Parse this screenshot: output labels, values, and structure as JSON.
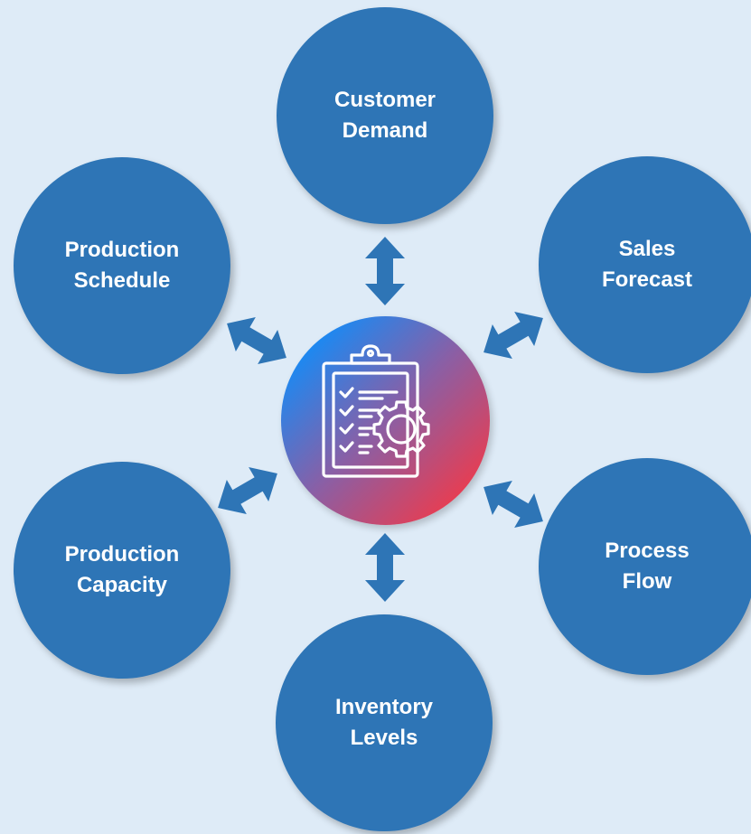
{
  "diagram": {
    "center": {
      "icon": "clipboard-checklist-gear-icon"
    },
    "nodes": [
      {
        "id": "customer-demand",
        "label": "Customer\nDemand"
      },
      {
        "id": "sales-forecast",
        "label": "Sales\nForecast"
      },
      {
        "id": "process-flow",
        "label": "Process\nFlow"
      },
      {
        "id": "inventory-levels",
        "label": "Inventory\nLevels"
      },
      {
        "id": "production-capacity",
        "label": "Production\nCapacity"
      },
      {
        "id": "production-schedule",
        "label": "Production\nSchedule"
      }
    ],
    "connectors": "bidirectional-arrows",
    "colors": {
      "background": "#deebf7",
      "node": "#2e75b6",
      "arrow": "#2e75b6",
      "hub_gradient": [
        "#1e90ff",
        "#ff3040"
      ]
    }
  }
}
